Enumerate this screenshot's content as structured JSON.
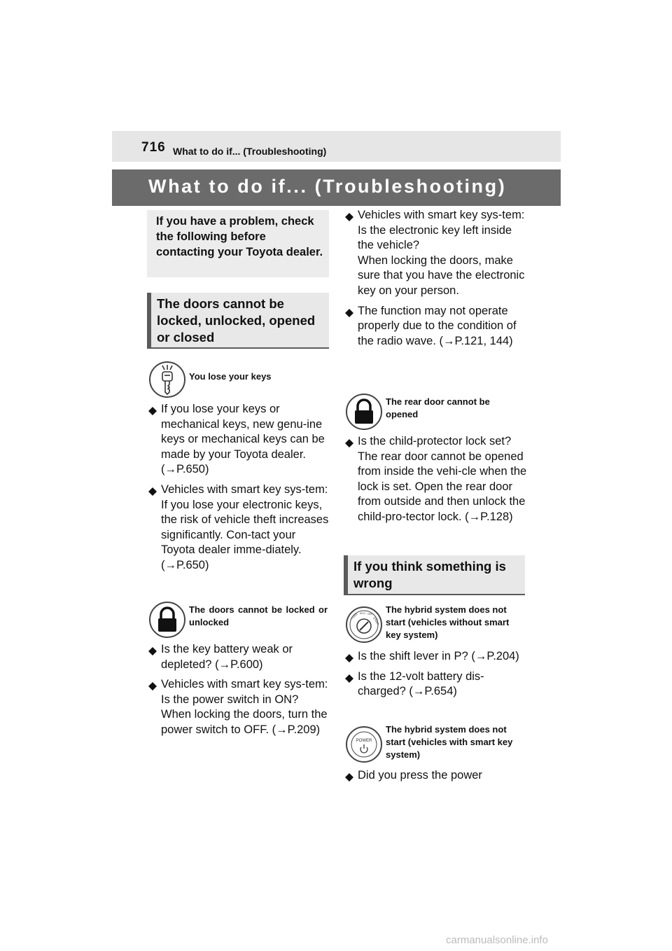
{
  "header": {
    "page_number": "716",
    "title": "What to do if... (Troubleshooting)"
  },
  "banner": {
    "title": "What to do if... (Troubleshooting)"
  },
  "intro": {
    "text": "If you have a problem, check the following before contacting your Toyota dealer."
  },
  "section1": {
    "title": "The doors cannot be locked, unlocked, opened or closed"
  },
  "keys": {
    "heading": "You lose your keys",
    "bullets": [
      "If you lose your keys or mechanical keys, new genu-ine keys or mechanical keys can be made by your Toyota dealer. (→P.650)",
      "Vehicles with smart key sys-tem:\nIf you lose your electronic keys, the risk of vehicle theft increases significantly. Con-tact your Toyota dealer imme-diately. (→P.650)"
    ]
  },
  "lock": {
    "heading": "The doors cannot be locked or unlocked",
    "bullets": [
      "Is the key battery weak or depleted? (→P.600)",
      "Vehicles with smart key sys-tem:\nIs the power switch in ON? When locking the doors, turn the power switch to OFF. (→P.209)"
    ]
  },
  "right_top": {
    "bullets": [
      "Vehicles with smart key sys-tem:\nIs the electronic key left inside the vehicle?\nWhen locking the doors, make sure that you have the electronic key on your person.",
      "The function may not operate properly due to the condition of the radio wave. (→P.121, 144)"
    ]
  },
  "rear": {
    "heading": "The rear door cannot be opened",
    "bullets": [
      "Is the child-protector lock set? The rear door cannot be opened from inside the vehi-cle when the lock is set. Open the rear door from outside and then unlock the child-pro-tector lock. (→P.128)"
    ]
  },
  "section2": {
    "title": "If you think something is wrong"
  },
  "hybrid1": {
    "heading": "The hybrid system does not start (vehicles without smart key system)",
    "icon_labels": [
      "LOCK",
      "ACC",
      "ON",
      "START"
    ],
    "bullets": [
      "Is the shift lever in P? (→P.204)",
      "Is the 12-volt battery dis-charged? (→P.654)"
    ]
  },
  "hybrid2": {
    "heading": "The hybrid system does not start (vehicles with smart key system)",
    "icon_label": "POWER",
    "bullets": [
      "Did you press the power"
    ]
  },
  "watermark": "carmanualsonline.info"
}
